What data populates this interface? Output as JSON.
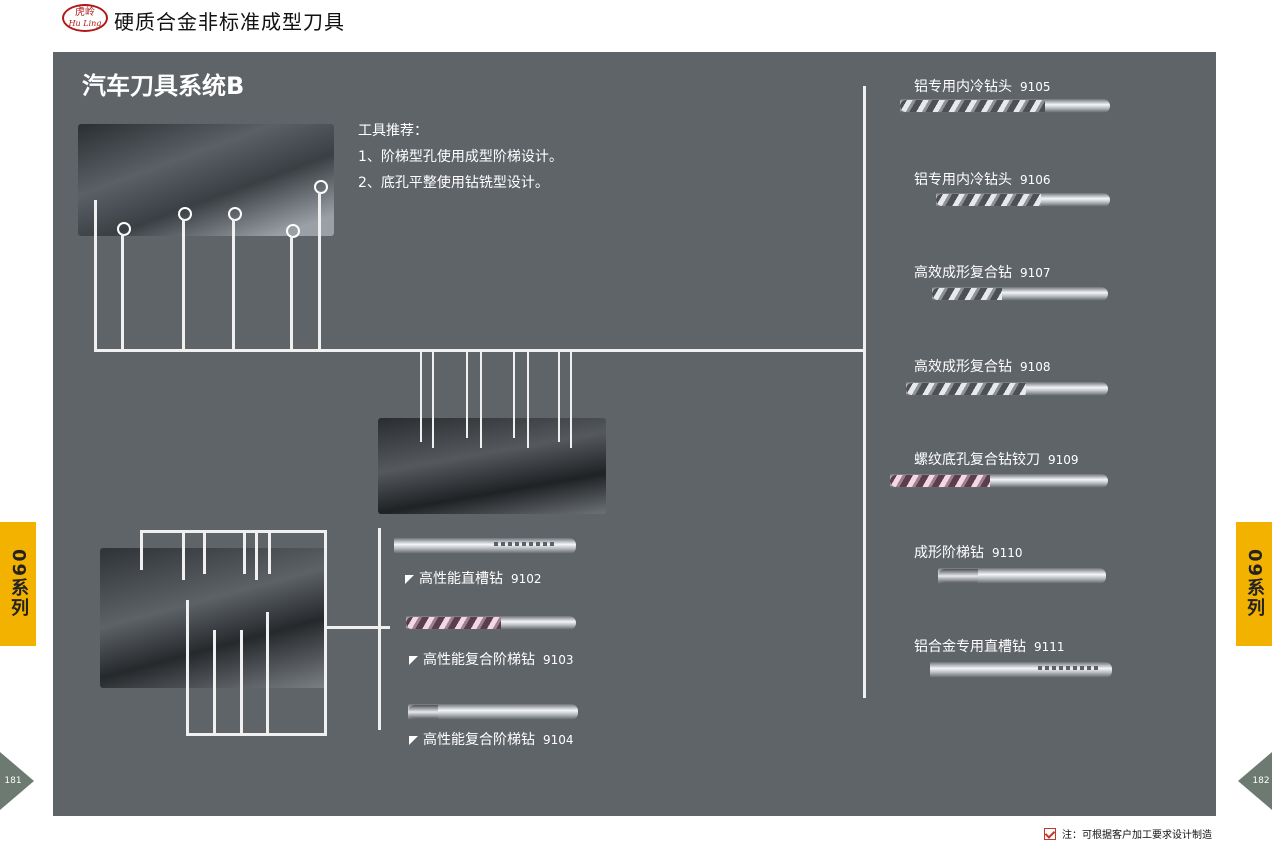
{
  "header": {
    "logo_cn": "虎岭",
    "logo_en": "Hu Ling",
    "title": "硬质合金非标准成型刀具"
  },
  "section_title": "汽车刀具系统B",
  "recommendation": {
    "heading": "工具推荐：",
    "items": [
      "1、阶梯型孔使用成型阶梯设计。",
      "2、底孔平整使用钻铣型设计。"
    ]
  },
  "right_tools": [
    {
      "name": "铝专用内冷钻头",
      "code": "9105"
    },
    {
      "name": "铝专用内冷钻头",
      "code": "9106"
    },
    {
      "name": "高效成形复合钻",
      "code": "9107"
    },
    {
      "name": "高效成形复合钻",
      "code": "9108"
    },
    {
      "name": "螺纹底孔复合钻铰刀",
      "code": "9109"
    },
    {
      "name": "成形阶梯钻",
      "code": "9110"
    },
    {
      "name": "铝合金专用直槽钻",
      "code": "9111"
    }
  ],
  "bottom_tools": [
    {
      "name": "高性能直槽钻",
      "code": "9102"
    },
    {
      "name": "高性能复合阶梯钻",
      "code": "9103"
    },
    {
      "name": "高性能复合阶梯钻",
      "code": "9104"
    }
  ],
  "side_tab": "09系列",
  "page_numbers": {
    "left": "181",
    "right": "182"
  },
  "footer_note": "注：可根据客户加工要求设计制造",
  "colors": {
    "panel": "#5f6469",
    "tab": "#f3b200",
    "logo": "#b01818",
    "line": "#f0f0f0"
  }
}
